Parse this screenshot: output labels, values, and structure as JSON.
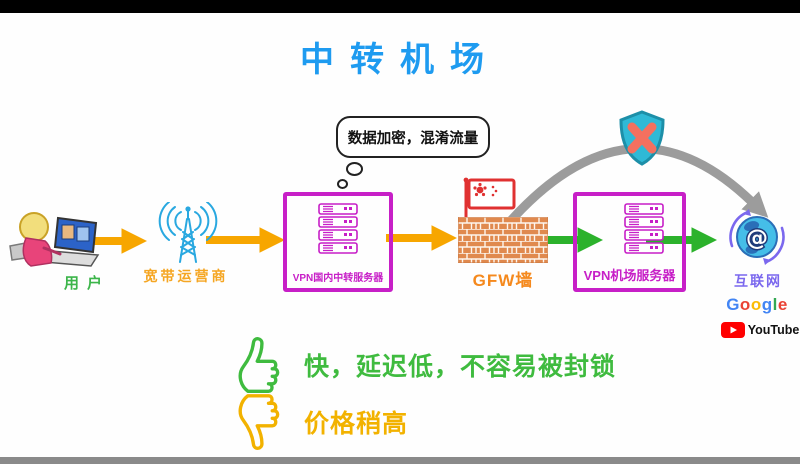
{
  "title": {
    "text": "中转机场",
    "color": "#1E9BF0"
  },
  "nodes": {
    "user": {
      "label": "用户",
      "color": "#3CB54A"
    },
    "isp": {
      "label": "宽带运营商",
      "color": "#F5A623"
    },
    "relay": {
      "label": "VPN国内中转服务器",
      "color": "#C71FC7"
    },
    "gfw": {
      "label": "GFW墙",
      "color": "#F5891D"
    },
    "airport": {
      "label": "VPN机场服务器",
      "color": "#C71FC7"
    },
    "internet": {
      "label": "互联网",
      "color": "#7B68EE"
    }
  },
  "bubble": {
    "text": "数据加密，混淆流量"
  },
  "brands": {
    "google": {
      "letters": [
        "G",
        "o",
        "o",
        "g",
        "l",
        "e"
      ],
      "colors": [
        "#4285F4",
        "#EA4335",
        "#FBBC05",
        "#4285F4",
        "#34A853",
        "#EA4335"
      ]
    },
    "youtube": {
      "label": "YouTube"
    }
  },
  "verdict": {
    "pros": {
      "text": "快，延迟低，不容易被封锁",
      "color": "#3FBB3F"
    },
    "cons": {
      "text": "价格稍高",
      "color": "#F2B200"
    }
  },
  "arrows": {
    "forward_color": "#F7A600",
    "exit_color": "#2CB22C",
    "blocked_color": "#9C9C9C"
  }
}
